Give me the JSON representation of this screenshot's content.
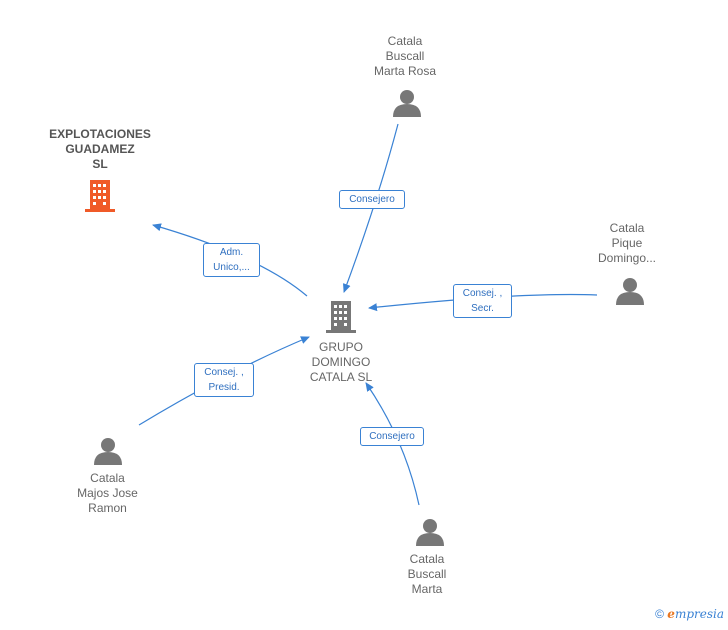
{
  "nodes": {
    "grupo": {
      "lines": [
        "GRUPO",
        "DOMINGO",
        "CATALA SL"
      ]
    },
    "explotaciones": {
      "lines": [
        "EXPLOTACIONES",
        "GUADAMEZ",
        "SL"
      ]
    },
    "marta_rosa": {
      "lines": [
        "Catala",
        "Buscall",
        "Marta Rosa"
      ]
    },
    "pique": {
      "lines": [
        "Catala",
        "Pique",
        "Domingo..."
      ]
    },
    "majos": {
      "lines": [
        "Catala",
        "Majos Jose",
        "Ramon"
      ]
    },
    "marta": {
      "lines": [
        "Catala",
        "Buscall",
        "Marta"
      ]
    }
  },
  "edges": {
    "adm": {
      "lines": [
        "Adm.",
        "Unico,..."
      ]
    },
    "consejero_top": {
      "lines": [
        "Consejero"
      ]
    },
    "consej_secr": {
      "lines": [
        "Consej. ,",
        "Secr."
      ]
    },
    "consej_presid": {
      "lines": [
        "Consej. ,",
        "Presid."
      ]
    },
    "consejero_bottom": {
      "lines": [
        "Consejero"
      ]
    }
  },
  "footer": {
    "copyright": "©",
    "brand_e": "e",
    "brand_rest": "mpresia"
  },
  "colors": {
    "edge": "#3a82d4",
    "person_icon": "#777777",
    "company_icon": "#777777",
    "company_highlight": "#f05a28"
  }
}
